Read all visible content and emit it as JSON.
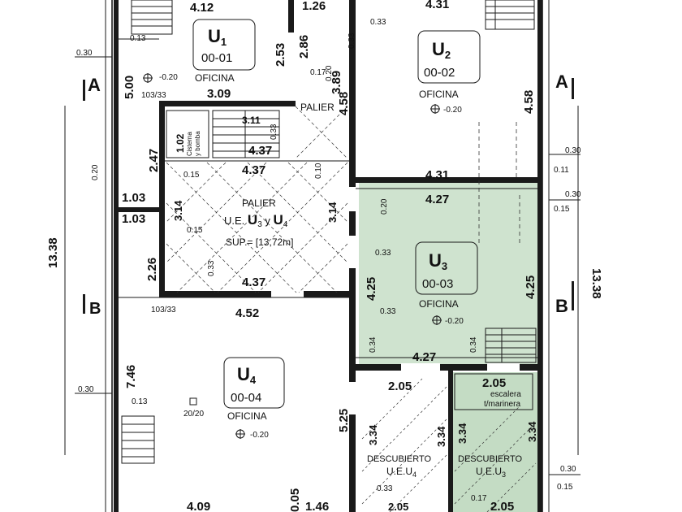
{
  "colors": {
    "ink": "#1a1a1a",
    "highlight": "#cfe3cf",
    "highlight_dark": "#c4dcc4"
  },
  "units": {
    "u1": {
      "prefix": "U",
      "sub": "1",
      "code": "00-01",
      "use": "OFICINA",
      "level": "-0.20"
    },
    "u2": {
      "prefix": "U",
      "sub": "2",
      "code": "00-02",
      "use": "OFICINA",
      "level": "-0.20"
    },
    "u3": {
      "prefix": "U",
      "sub": "3",
      "code": "00-03",
      "use": "OFICINA",
      "level": "-0.20"
    },
    "u4": {
      "prefix": "U",
      "sub": "4",
      "code": "00-04",
      "use": "OFICINA",
      "level": "-0.20"
    }
  },
  "palier_top": "PALIER",
  "palier_center": {
    "title": "PALIER",
    "line2_prefix": "U.E. ",
    "line2_u3": "U",
    "line2_u3_sub": "3",
    "line2_mid": " y ",
    "line2_u4": "U",
    "line2_u4_sub": "4",
    "sup": "SUP.= [13,72m]"
  },
  "cisterna": [
    "Cisterna",
    "y bomba"
  ],
  "descubierto_u4": [
    "DESCUBIERTO",
    "U.E.U",
    "4"
  ],
  "descubierto_u3": [
    "DESCUBIERTO",
    "U.E.U",
    "3"
  ],
  "escalera": [
    "2.05",
    "escalera",
    "t/marinera"
  ],
  "sections": {
    "a_left": "A",
    "a_right": "A",
    "b_left": "B",
    "b_right": "B"
  },
  "overall": {
    "left": "13.38",
    "right": "13.38"
  },
  "dims": {
    "d_412": "4.12",
    "d_126": "1.26",
    "d_431_top": "4.31",
    "d_253": "2.53",
    "d_286": "2.86",
    "d_389": "3.89",
    "d_500": "5.00",
    "d_458_a": "4.58",
    "d_458_b": "4.58",
    "d_309": "3.09",
    "d_311": "3.11",
    "d_437_a": "4.37",
    "d_437_b": "4.37",
    "d_437_c": "4.37",
    "d_247": "2.47",
    "d_102": "1.02",
    "d_103_a": "1.03",
    "d_103_b": "1.03",
    "d_314_a": "3.14",
    "d_314_b": "3.14",
    "d_226": "2.26",
    "d_431_mid": "4.31",
    "d_427_a": "4.27",
    "d_427_b": "4.27",
    "d_425_a": "4.25",
    "d_425_b": "4.25",
    "d_452": "4.52",
    "d_746": "7.46",
    "d_525": "5.25",
    "d_205_a": "2.05",
    "d_205_b": "2.05",
    "d_205_c": "2.05",
    "d_334_a": "3.34",
    "d_334_b": "3.34",
    "d_334_c": "3.34",
    "d_334_d": "3.34",
    "d_409": "4.09",
    "d_146": "1.46",
    "d_005": "0.05"
  },
  "small": {
    "s_013_a": "0.13",
    "s_013_b": "0.13",
    "s_030_a": "0.30",
    "s_030_b": "0.30",
    "s_033_a": "0.33",
    "s_017": "0.17",
    "s_0153": "103/33",
    "s_0153b": "103/33",
    "s_030_r1": "0.30",
    "s_011": "0.11",
    "s_030_r2": "0.30",
    "s_015_r": "0.15",
    "s_020": "0.20",
    "s_015_a": "0.15",
    "s_010": "0.10",
    "s_033_b": "0.33",
    "s_033_c": "0.33",
    "s_033_d": "0.33",
    "s_020b": "0.20",
    "s_033_e": "0.33",
    "s_034_a": "0.34",
    "s_034_b": "0.34",
    "s_2020": "20/20",
    "s_033_f": "0.33",
    "s_017b": "0.17",
    "s_030_r3": "0.30",
    "s_015_r2": "0.15",
    "s_015_c": "0.15",
    "s_033_g": "0.33",
    "s_020c": "0.20"
  }
}
